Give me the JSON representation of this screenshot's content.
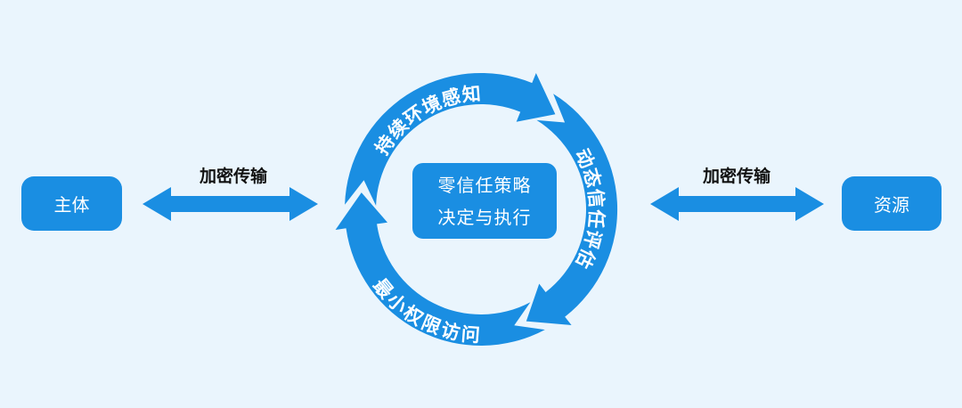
{
  "left_node": "主体",
  "right_node": "资源",
  "left_link_label": "加密传输",
  "right_link_label": "加密传输",
  "center": {
    "line1": "零信任策略",
    "line2": "决定与执行"
  },
  "cycle": [
    "持续环境感知",
    "动态信任评估",
    "最小权限访问"
  ],
  "colors": {
    "primary": "#1a8ee2",
    "background": "#eaf5fd"
  }
}
